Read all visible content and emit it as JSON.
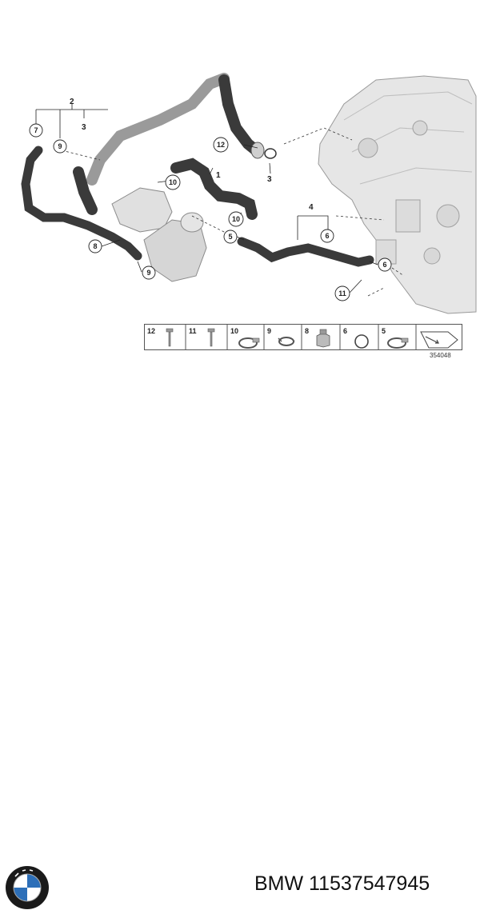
{
  "callouts": [
    "1",
    "2",
    "3",
    "4",
    "5",
    "6",
    "7",
    "8",
    "9",
    "10",
    "11",
    "12"
  ],
  "legend_parts": [
    {
      "num": "12",
      "icon": "bolt-icon"
    },
    {
      "num": "11",
      "icon": "bolt-icon"
    },
    {
      "num": "10",
      "icon": "hose-clamp-icon"
    },
    {
      "num": "9",
      "icon": "spring-clamp-icon"
    },
    {
      "num": "8",
      "icon": "bracket-clip-icon"
    },
    {
      "num": "6",
      "icon": "o-ring-icon"
    },
    {
      "num": "5",
      "icon": "hose-clamp-icon"
    }
  ],
  "reference_code": "354048",
  "brand": "BMW",
  "caption": "BMW 11537547945",
  "colors": {
    "hose": "#3a3a3a",
    "metal_pipe": "#9a9a9a",
    "engine": "#e2e2e2",
    "outline": "#555555"
  }
}
